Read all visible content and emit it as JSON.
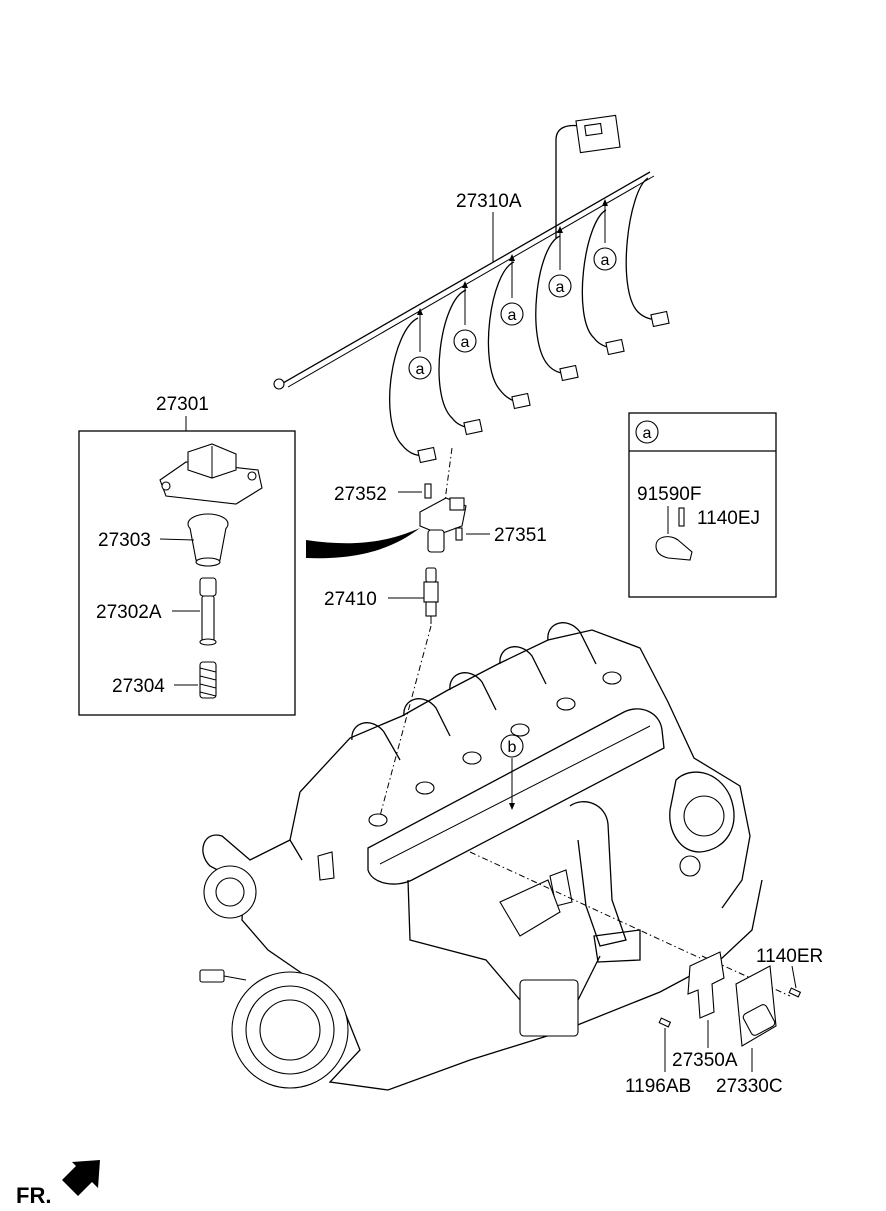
{
  "labels": {
    "harness": "27310A",
    "coil_kit": "27301",
    "boot": "27303",
    "extension": "27302A",
    "spring": "27304",
    "bolt_top": "27352",
    "coil_bolt": "27351",
    "spark_plug": "27410",
    "bracket_clip": "91590F",
    "bracket_bolt": "1140EJ",
    "bolt_right": "1140ER",
    "bracket": "27350A",
    "bolt_bottom": "1196AB",
    "ecu": "27330C",
    "direction": "FR."
  },
  "callouts": {
    "a": "a",
    "b": "b"
  }
}
